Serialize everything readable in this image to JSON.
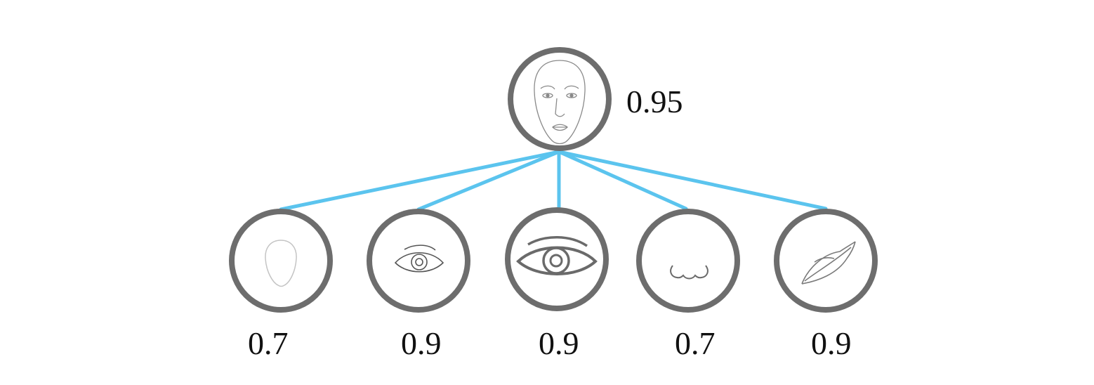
{
  "diagram": {
    "root": {
      "icon": "face-sketch-icon",
      "score": "0.95"
    },
    "children": [
      {
        "icon": "face-outline-icon",
        "score": "0.7"
      },
      {
        "icon": "eye-icon",
        "score": "0.9"
      },
      {
        "icon": "eye-large-icon",
        "score": "0.9"
      },
      {
        "icon": "nose-icon",
        "score": "0.7"
      },
      {
        "icon": "lips-icon",
        "score": "0.9"
      }
    ],
    "colors": {
      "node_ring": "#6d6d6d",
      "connector": "#5bc4ee",
      "sketch": "#8a8a8a"
    }
  }
}
